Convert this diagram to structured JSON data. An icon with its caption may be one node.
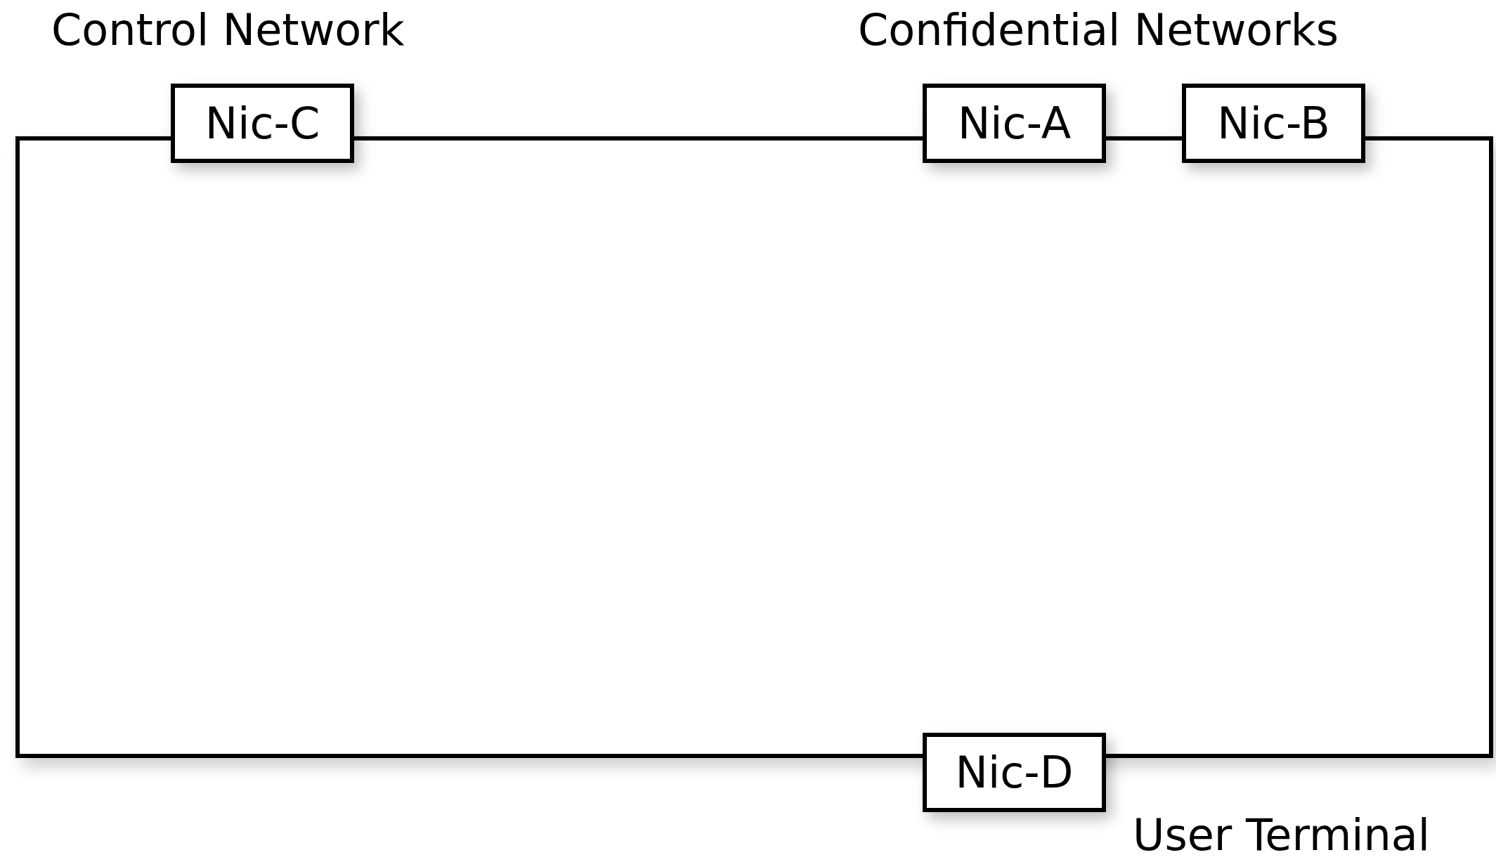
{
  "diagram": {
    "nodes": [
      {
        "text": [
          "User Terminal"
        ]
      },
      {
        "text": [
          "Nic-C"
        ]
      },
      {
        "text": [
          "Nic-A"
        ]
      },
      {
        "text": [
          "Nic-B"
        ]
      },
      {
        "text": [
          "Nic-D"
        ]
      }
    ],
    "labels": [
      "Control Network",
      "Confidential Networks"
    ]
  }
}
